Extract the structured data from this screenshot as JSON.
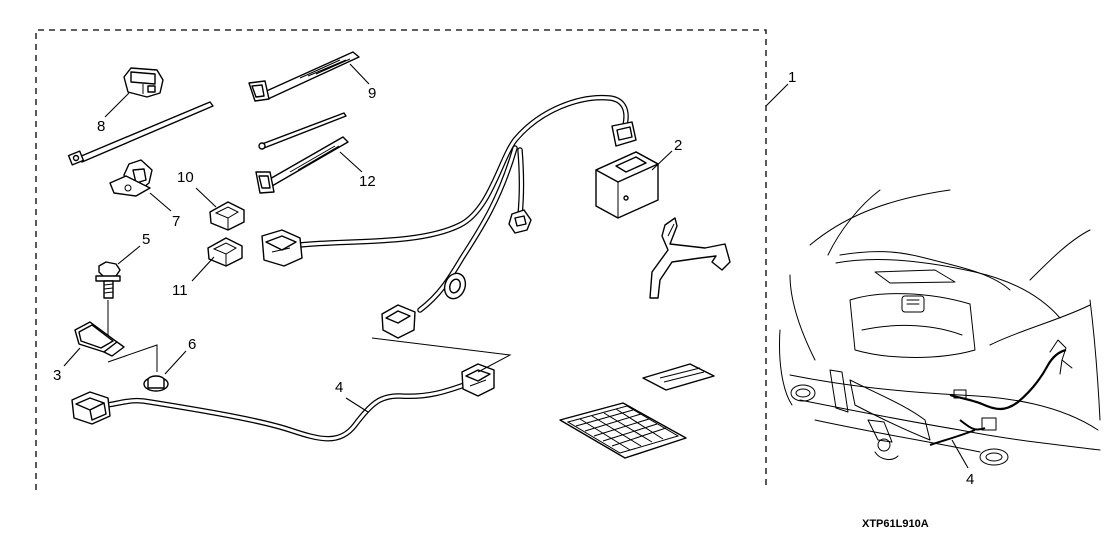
{
  "diagram": {
    "kind": "parts-exploded-view",
    "callouts": {
      "kit": "1",
      "control_unit": "2",
      "bracket": "3",
      "harness": "4",
      "bolt": "5",
      "nut": "6",
      "clip": "7",
      "clip_b": "8",
      "tie_clamp": "9",
      "clip_c": "10",
      "clip_d": "11",
      "tie_clamp_b": "12",
      "vehicle_harness": "4"
    },
    "figure_code": "XTP61L910A"
  }
}
